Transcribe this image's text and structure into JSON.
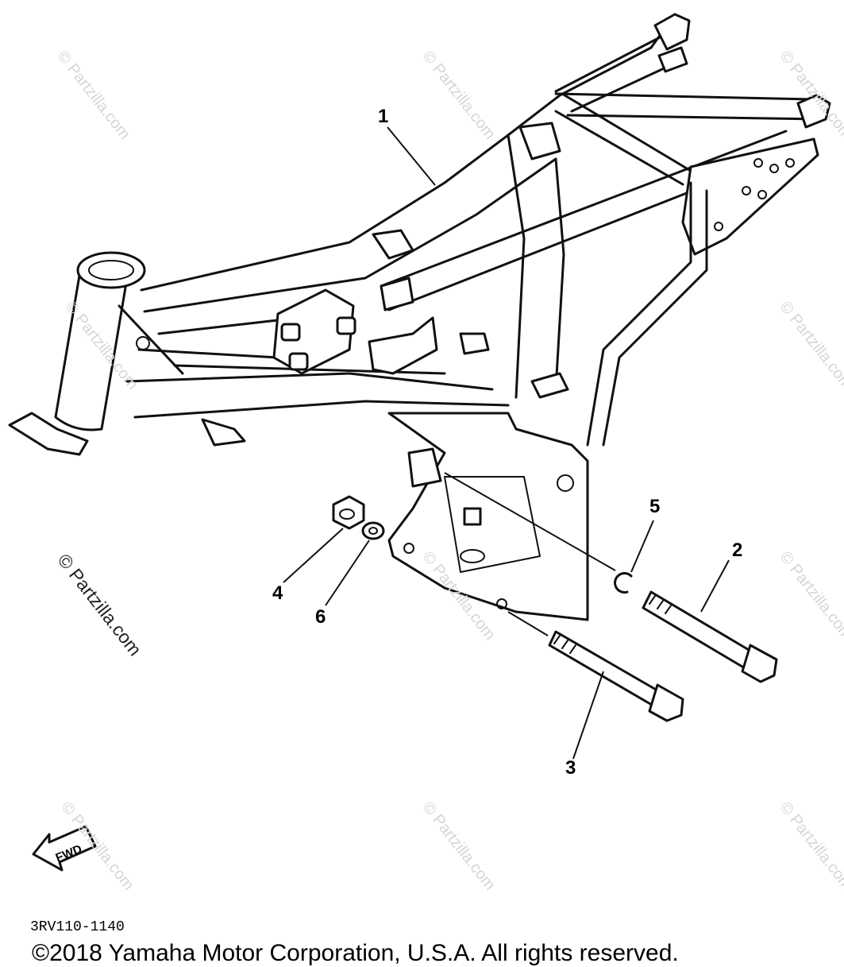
{
  "callouts": {
    "frame": "1",
    "bolt_long": "2",
    "bolt_short": "3",
    "nut": "4",
    "circlip": "5",
    "washer": "6"
  },
  "watermark": "© Partzilla.com",
  "direction_badge": "FWD",
  "diagram_code": "3RV110-1140",
  "copyright": "©2018 Yamaha Motor Corporation, U.S.A. All rights reserved."
}
